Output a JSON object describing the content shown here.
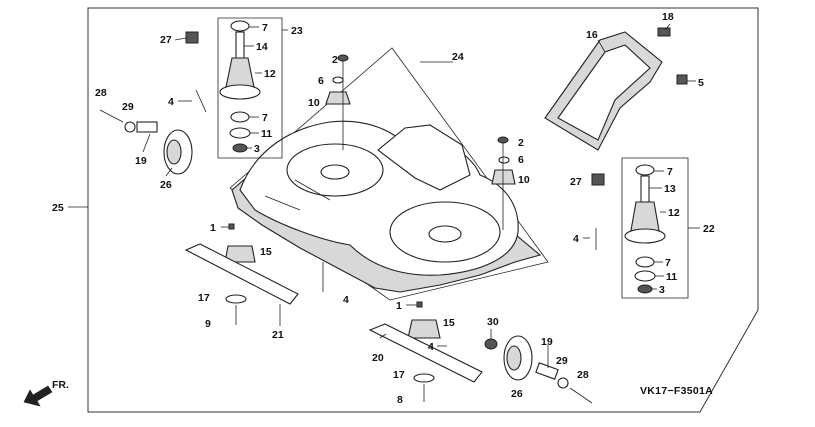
{
  "diagram": {
    "drawing_code": "VK17−F3501A",
    "direction_label": "FR.",
    "callouts": {
      "c2a": "2",
      "c2b": "2",
      "c3a": "3",
      "c3b": "3",
      "c4a": "4",
      "c4b": "4",
      "c4c": "4",
      "c4d": "4",
      "c5": "5",
      "c6a": "6",
      "c6b": "6",
      "c7a": "7",
      "c7b": "7",
      "c7c": "7",
      "c7d": "7",
      "c8": "8",
      "c9": "9",
      "c10a": "10",
      "c10b": "10",
      "c11a": "11",
      "c11b": "11",
      "c12a": "12",
      "c12b": "12",
      "c13": "13",
      "c14": "14",
      "c15a": "15",
      "c15b": "15",
      "c16": "16",
      "c17a": "17",
      "c17b": "17",
      "c18": "18",
      "c19a": "19",
      "c19b": "19",
      "c20": "20",
      "c21": "21",
      "c22": "22",
      "c23": "23",
      "c24": "24",
      "c25": "25",
      "c26a": "26",
      "c26b": "26",
      "c27a": "27",
      "c27b": "27",
      "c28a": "28",
      "c28b": "28",
      "c29a": "29",
      "c29b": "29",
      "c30": "30",
      "c1a": "1",
      "c1b": "1"
    }
  }
}
